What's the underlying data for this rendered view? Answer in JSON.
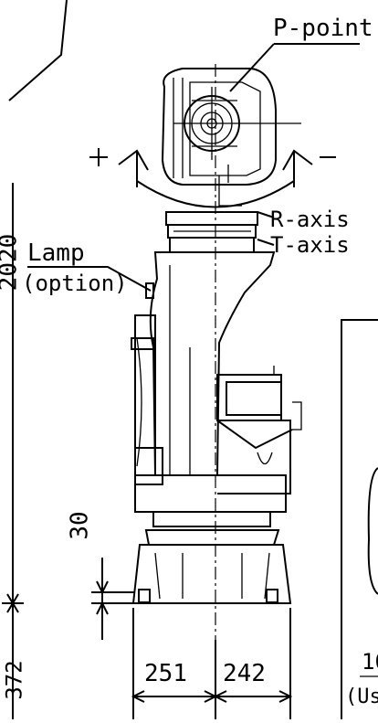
{
  "labels": {
    "p_point": "P-point",
    "plus": "+",
    "minus": "−",
    "r_axis": "R-axis",
    "t_axis": "T-axis",
    "lamp": "Lamp",
    "lamp_option": "(option)",
    "left_vertical": "2020",
    "left_vertical_bottom": "372",
    "dim_30": "30",
    "dim_251": "251",
    "dim_242": "242",
    "right_partial_number": "10",
    "right_partial_text": "(Us"
  }
}
